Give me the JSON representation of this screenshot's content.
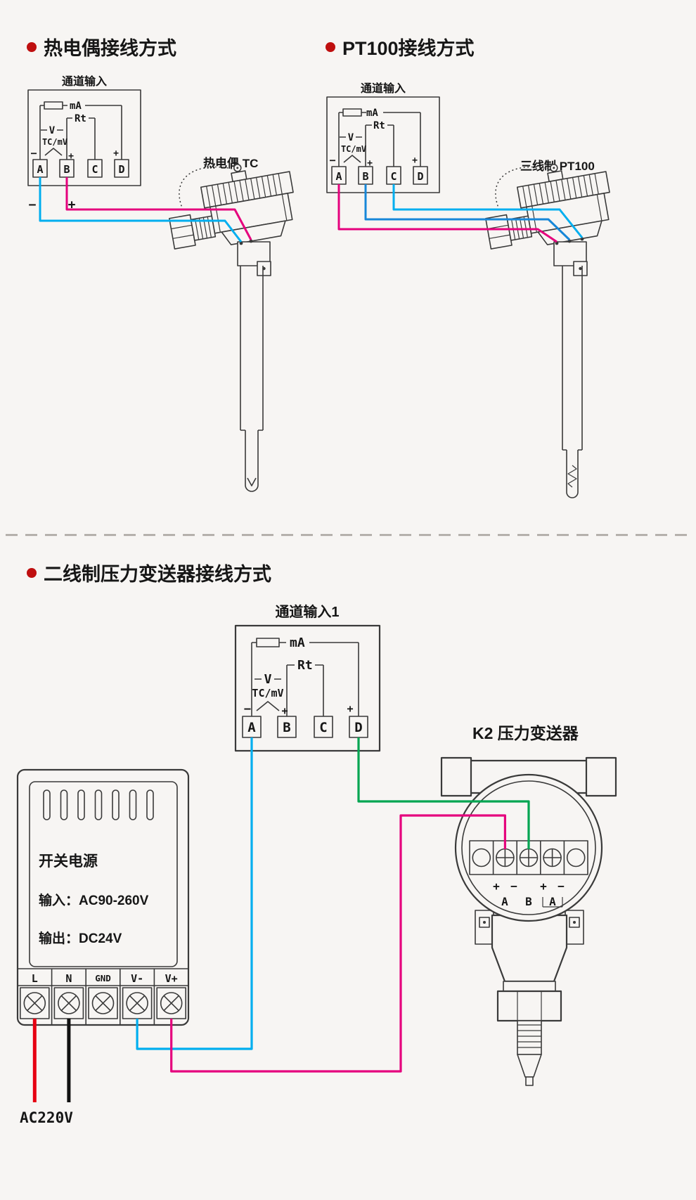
{
  "page": {
    "bg": "#f7f5f3"
  },
  "colors": {
    "line": "#3a3a3a",
    "text": "#161616",
    "bullet": "#bf0f0f",
    "wire_cyan": "#00aeef",
    "wire_blue": "#1787d8",
    "wire_magenta": "#e5017d",
    "wire_green": "#00a551",
    "wire_red": "#e60012",
    "wire_black": "#111111",
    "divider": "#a8a39e"
  },
  "sections": {
    "tc": {
      "title": "热电偶接线方式",
      "sensor_label": "热电偶 TC"
    },
    "pt100": {
      "title": "PT100接线方式",
      "sensor_label": "三线制 PT100"
    },
    "pressure": {
      "title": "二线制压力变送器接线方式",
      "transmitter_label": "K2 压力变送器"
    }
  },
  "channel_box": {
    "title": "通道输入",
    "title_ch1": "通道输入1",
    "labels": {
      "ma": "mA",
      "rt": "Rt",
      "v": "V",
      "tcmv": "TC/mV",
      "plus": "+",
      "minus": "−"
    },
    "terminals": [
      "A",
      "B",
      "C",
      "D"
    ]
  },
  "transmitter": {
    "plus": "+",
    "minus": "−",
    "a": "A",
    "b": "B"
  },
  "power_supply": {
    "name": "开关电源",
    "input_rating": "输入：AC90-260V",
    "output_rating": "输出：DC24V",
    "terminals": [
      "L",
      "N",
      "GND",
      "V-",
      "V+"
    ],
    "ac_label": "AC220V"
  }
}
